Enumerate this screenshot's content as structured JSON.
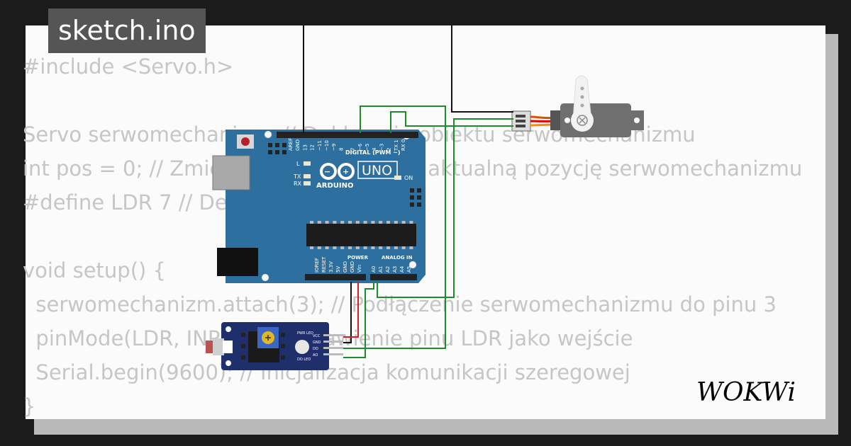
{
  "title_tag": {
    "text": "sketch.ino"
  },
  "code_lines": [
    "#include <Servo.h>",
    "",
    "Servo serwomechanizm; // Deklaracja obiektu serwomechanizmu",
    "int pos = 0; // Zmienna przechowująca aktualną pozycję serwomechanizmu",
    "#define LDR 7 // Definicja pinu LDR",
    "",
    "void setup() {",
    "  serwomechanizm.attach(3); // Podłączenie serwomechanizmu do pinu 3",
    "  pinMode(LDR, INPUT); // Ustawienie pinu LDR jako wejście",
    "  Serial.begin(9600); // Inicjalizacja komunikacji szeregowej",
    "}"
  ],
  "logo": {
    "text": "WOKWi"
  },
  "arduino": {
    "model": "UNO",
    "brand": "ARDUINO",
    "digital_label": "DIGITAL (PWM ~)",
    "power_label": "POWER",
    "analog_label": "ANALOG IN",
    "on_label": "ON",
    "l_label": "L",
    "tx_label": "TX",
    "rx_label": "RX",
    "top_pins": [
      "AREF",
      "GND",
      "13",
      "12",
      "~11",
      "~10",
      "~9",
      "8",
      "7",
      "~6",
      "~5",
      "4",
      "~3",
      "2",
      "TX 1",
      "RX 0"
    ],
    "power_pins": [
      "IOREF",
      "RESET",
      "3.3V",
      "5V",
      "GND",
      "GND",
      "Vin"
    ],
    "analog_pins": [
      "A0",
      "A1",
      "A2",
      "A3",
      "A4",
      "A5"
    ]
  },
  "ldr_module": {
    "pins": [
      "VCC",
      "GND",
      "DO",
      "AO"
    ],
    "pwr_led": "PWR LED",
    "do_led": "DO LED"
  },
  "colors": {
    "board": "#2d6f9f",
    "wire_black": "#111111",
    "wire_green": "#1e8a2a",
    "wire_red": "#d81e1e",
    "module": "#1f2f6b"
  }
}
